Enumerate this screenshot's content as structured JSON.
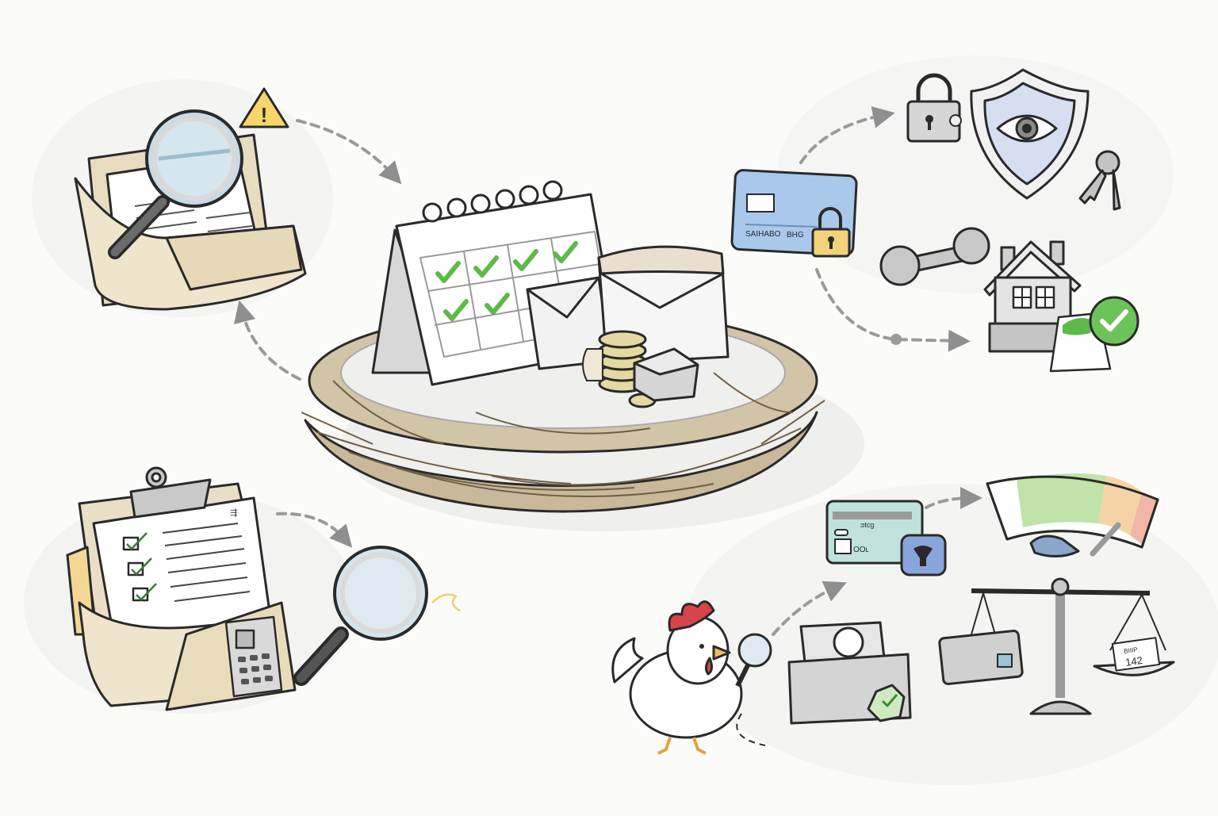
{
  "illustration": {
    "theme": "Nest egg / financial records and security concept",
    "colors": {
      "background": "#fbfbfa",
      "outline": "#2a2a2a",
      "nest": "#c9b89a",
      "folder": "#efe4cc",
      "check_green": "#5fb84a",
      "card_blue": "#a9c8ec",
      "card_teal": "#bfe3dc",
      "lock_yellow": "#f2d27a",
      "warning_yellow": "#f5d66b",
      "shield_fill": "#d6def2",
      "rooster_comb": "#d9434b",
      "coin_gold": "#e3d9a2",
      "gauge_green": "#bfe3a8",
      "gauge_orange": "#f6d3a6",
      "gauge_red": "#f0b6a8",
      "arrow_gray": "#9a9a9a"
    }
  },
  "center": {
    "nest": "nest",
    "calendar": {
      "rings": 6,
      "grid_rows": 3,
      "grid_cols": 4,
      "checked_cells": 6
    },
    "items": [
      "envelope-small",
      "envelope-large",
      "coin-stack",
      "cash-block",
      "loose-coin"
    ]
  },
  "top_left": {
    "folder": "folder",
    "magnifier": "magnifying-glass",
    "warning": "warning-triangle",
    "warning_glyph": "!"
  },
  "bottom_left": {
    "folder": "folder",
    "clipboard": "clipboard",
    "checklist_items": 3,
    "clipboard_mark": "⇶",
    "calculator": "calculator",
    "magnifier": "magnifying-glass"
  },
  "top_right": {
    "credit_card": {
      "text_left": "SAIHABO",
      "text_right": "BHG"
    },
    "padlock": "padlock",
    "shield": "shield-eye",
    "keys": "keys",
    "pin": "dumbbell-pin",
    "house": "house",
    "document_check": "document-check"
  },
  "bottom_right": {
    "teal_card": {
      "text_top": "ᴝtcg",
      "text_bottom": "OOʟ"
    },
    "card_badge": "badge",
    "gauge": "credit-score-gauge",
    "scale": "balance-scale",
    "tag_text": {
      "line1": "BIIIP",
      "line2": "142"
    },
    "rooster": "rooster",
    "rooster_tool": "magnifying-glass",
    "box": "records-box",
    "box_badge": "check-badge"
  },
  "arrows": [
    {
      "from": "top-left-folder",
      "to": "center-nest",
      "style": "dashed"
    },
    {
      "from": "center-nest",
      "to": "top-left-folder",
      "style": "dashed"
    },
    {
      "from": "bottom-left-folder",
      "to": "magnifier",
      "style": "dashed"
    },
    {
      "from": "credit-card",
      "to": "padlock",
      "style": "dashed-bidirectional"
    },
    {
      "from": "credit-card",
      "to": "house",
      "style": "dashed"
    },
    {
      "from": "teal-card",
      "to": "gauge",
      "style": "dashed"
    },
    {
      "from": "rooster",
      "to": "teal-card",
      "style": "dashed"
    }
  ]
}
